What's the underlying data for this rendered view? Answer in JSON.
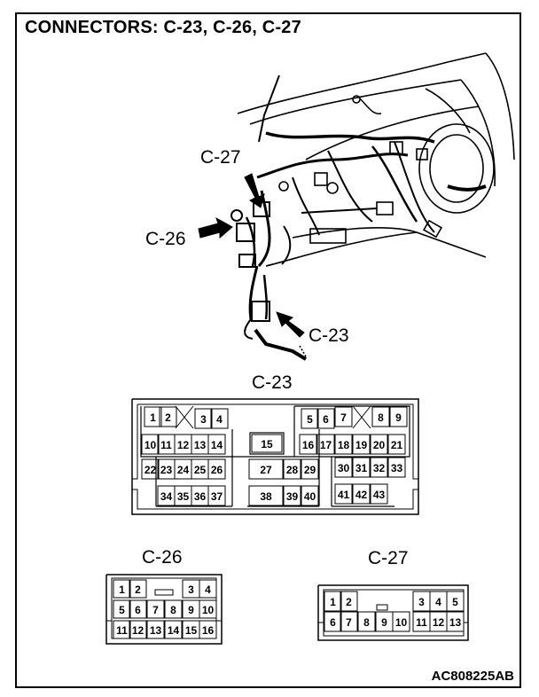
{
  "title": "CONNECTORS: C-23, C-26, C-27",
  "callouts": {
    "c27": "C-27",
    "c26": "C-26",
    "c23": "C-23"
  },
  "diagrams": {
    "c23": {
      "label": "C-23",
      "pins": [
        "1",
        "2",
        "3",
        "4",
        "5",
        "6",
        "7",
        "8",
        "9",
        "10",
        "11",
        "12",
        "13",
        "14",
        "15",
        "16",
        "17",
        "18",
        "19",
        "20",
        "21",
        "22",
        "23",
        "24",
        "25",
        "26",
        "27",
        "28",
        "29",
        "30",
        "31",
        "32",
        "33",
        "34",
        "35",
        "36",
        "37",
        "38",
        "39",
        "40",
        "41",
        "42",
        "43"
      ]
    },
    "c26": {
      "label": "C-26",
      "pins": [
        "1",
        "2",
        "3",
        "4",
        "5",
        "6",
        "7",
        "8",
        "9",
        "10",
        "11",
        "12",
        "13",
        "14",
        "15",
        "16"
      ]
    },
    "c27": {
      "label": "C-27",
      "pins": [
        "1",
        "2",
        "3",
        "4",
        "5",
        "6",
        "7",
        "8",
        "9",
        "10",
        "11",
        "12",
        "13"
      ]
    }
  },
  "document_id": "AC808225AB"
}
